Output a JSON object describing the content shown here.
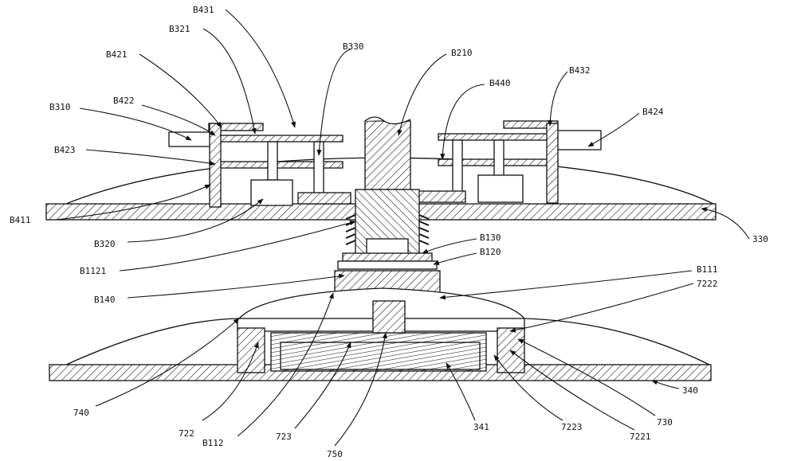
{
  "figure": {
    "labels": {
      "B431": "B431",
      "B321": "B321",
      "B421": "B421",
      "B330": "B330",
      "B210": "B210",
      "B440": "B440",
      "B432": "B432",
      "B310": "B310",
      "B422": "B422",
      "B424": "B424",
      "B423": "B423",
      "B411": "B411",
      "B320": "B320",
      "L330": "330",
      "B1121": "B1121",
      "B130": "B130",
      "B120": "B120",
      "B140": "B140",
      "B111": "B111",
      "L7222": "7222",
      "L740": "740",
      "L340": "340",
      "L722": "722",
      "B112": "B112",
      "L723": "723",
      "L750": "750",
      "L341": "341",
      "L7223": "7223",
      "L7221": "7221",
      "L730": "730"
    }
  }
}
